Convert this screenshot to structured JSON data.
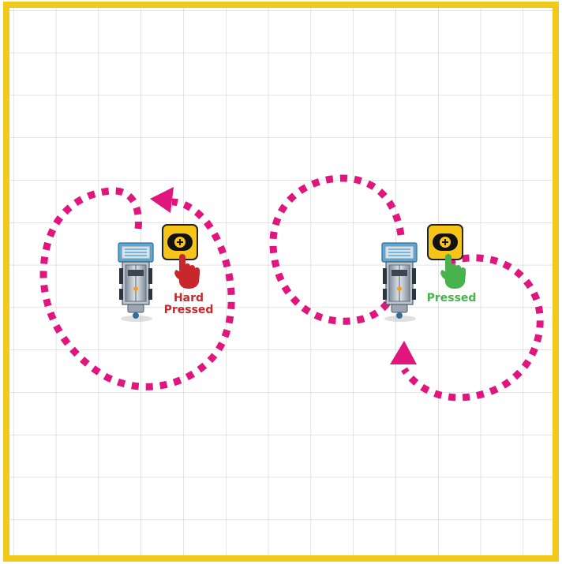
{
  "colors": {
    "border": "#f2c918",
    "grid": "#c9c9c9",
    "path": "#e0157e",
    "button_bg": "#f7c51a",
    "hard_pressed": "#c8282b",
    "pressed": "#48b24f"
  },
  "icons": {
    "robot": "robot-icon",
    "button": "push-button-icon",
    "hand": "pointing-hand-icon"
  },
  "left_example": {
    "label_line1": "Hard",
    "label_line2": "Pressed"
  },
  "right_example": {
    "label": "Pressed"
  }
}
